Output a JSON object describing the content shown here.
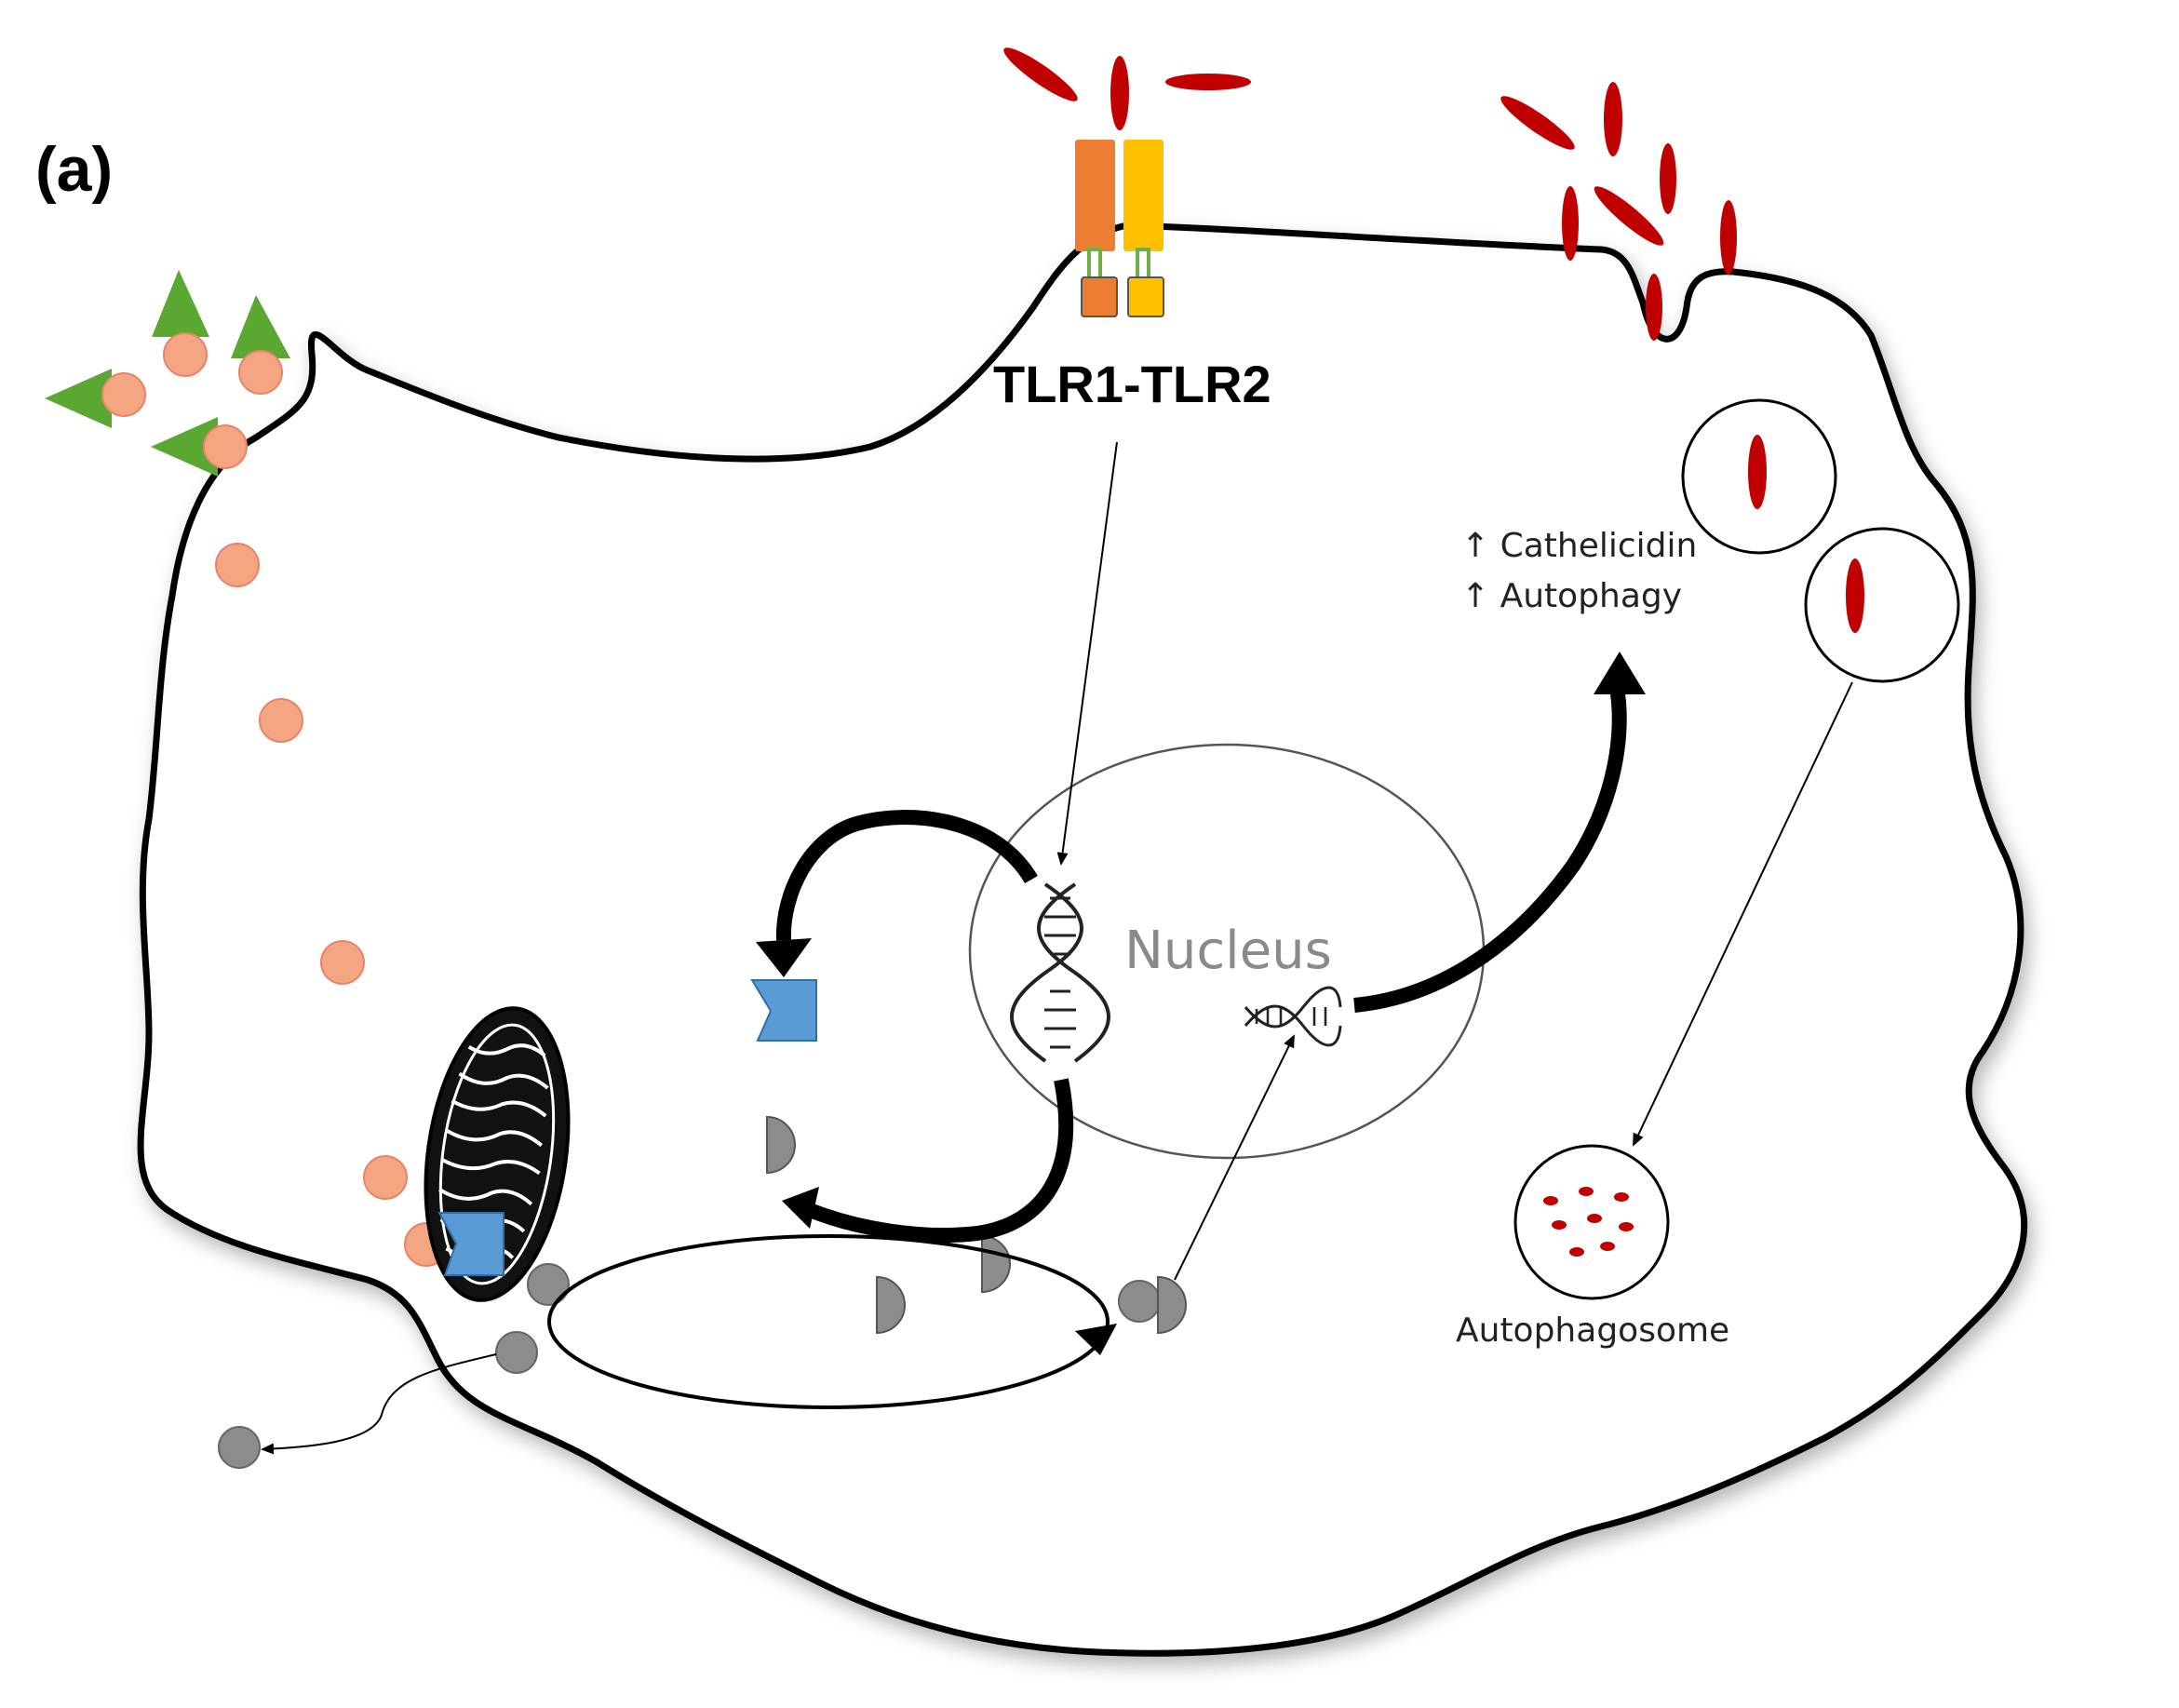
{
  "panel_label": "(a)",
  "labels": {
    "receptor": "TLR1-TLR2",
    "nucleus": "Nucleus",
    "effect_1": "↑ Cathelicidin",
    "effect_2": "↑ Autophagy",
    "autophagosome": "Autophagosome"
  },
  "colors": {
    "bacteria": "#c00000",
    "vitamin_d_particle": "#f4a582",
    "vitamin_d_particle_stroke": "#e8846a",
    "binding_protein": "#5aa832",
    "vdr_receptor": "#5b9bd5",
    "rxr_half_disc": "#7f7f7f",
    "gray_ligand": "#8c8c8c",
    "tlr1": "#ed7d31",
    "tlr2": "#ffc000",
    "membrane": "#000000",
    "nucleus_outline": "#555555"
  }
}
